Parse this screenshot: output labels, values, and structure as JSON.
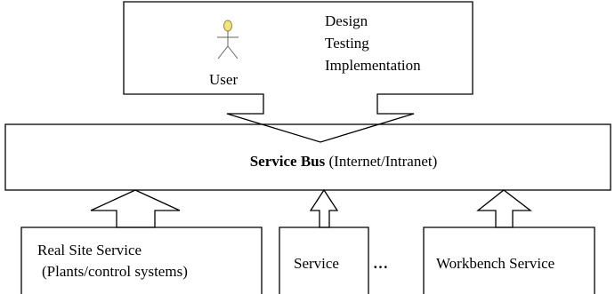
{
  "user_box": {
    "actor_label": "User",
    "activities": [
      "Design",
      "Testing",
      "Implementation"
    ]
  },
  "service_bus": {
    "label_bold": "Service Bus",
    "label_rest": " (Internet/Intranet)"
  },
  "services": {
    "real_site_line1": "Real Site Service",
    "real_site_line2": "(Plants/control systems)",
    "generic": "Service",
    "ellipsis": "…",
    "workbench": "Workbench Service"
  },
  "colors": {
    "actor_head": "#f5e27a",
    "actor_outline": "#8a8a3a",
    "stroke": "#000000"
  }
}
